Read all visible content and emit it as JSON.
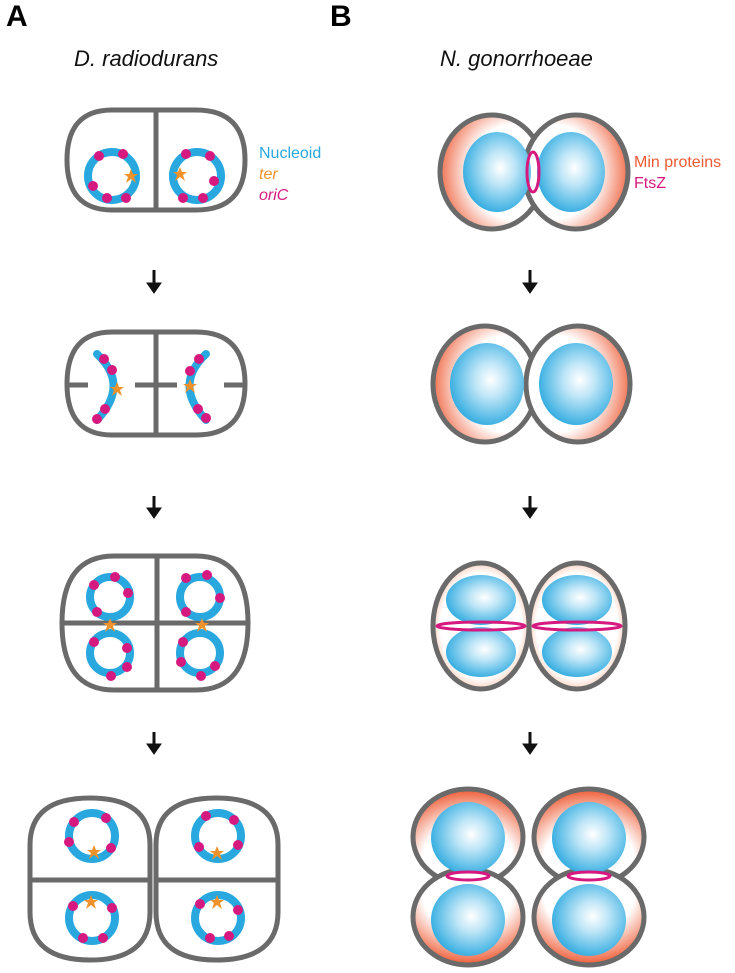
{
  "panels": {
    "a": {
      "label": "A",
      "organism": "D. radiodurans"
    },
    "b": {
      "label": "B",
      "organism": "N. gonorrhoeae"
    }
  },
  "legend_a": [
    {
      "text": "Nucleoid",
      "color": "#29a8df",
      "italic": false
    },
    {
      "text": "ter",
      "color": "#f0922b",
      "italic": true
    },
    {
      "text": "oriC",
      "color": "#d6197f",
      "italic": true
    }
  ],
  "legend_b": [
    {
      "text": "Min proteins",
      "color": "#ee5a33",
      "italic": false
    },
    {
      "text": "FtsZ",
      "color": "#d6197f",
      "italic": false
    }
  ],
  "colors": {
    "cell_outline": "#6a6a6a",
    "nucleoid": "#29a8df",
    "ori": "#d6197f",
    "ter": "#f0922b",
    "min": "#ee5a33",
    "ftsz": "#d6197f",
    "arrow": "#111111"
  },
  "icons": {
    "arrow": "arrow-down-icon",
    "ter": "star-icon",
    "ori": "dot-icon"
  }
}
